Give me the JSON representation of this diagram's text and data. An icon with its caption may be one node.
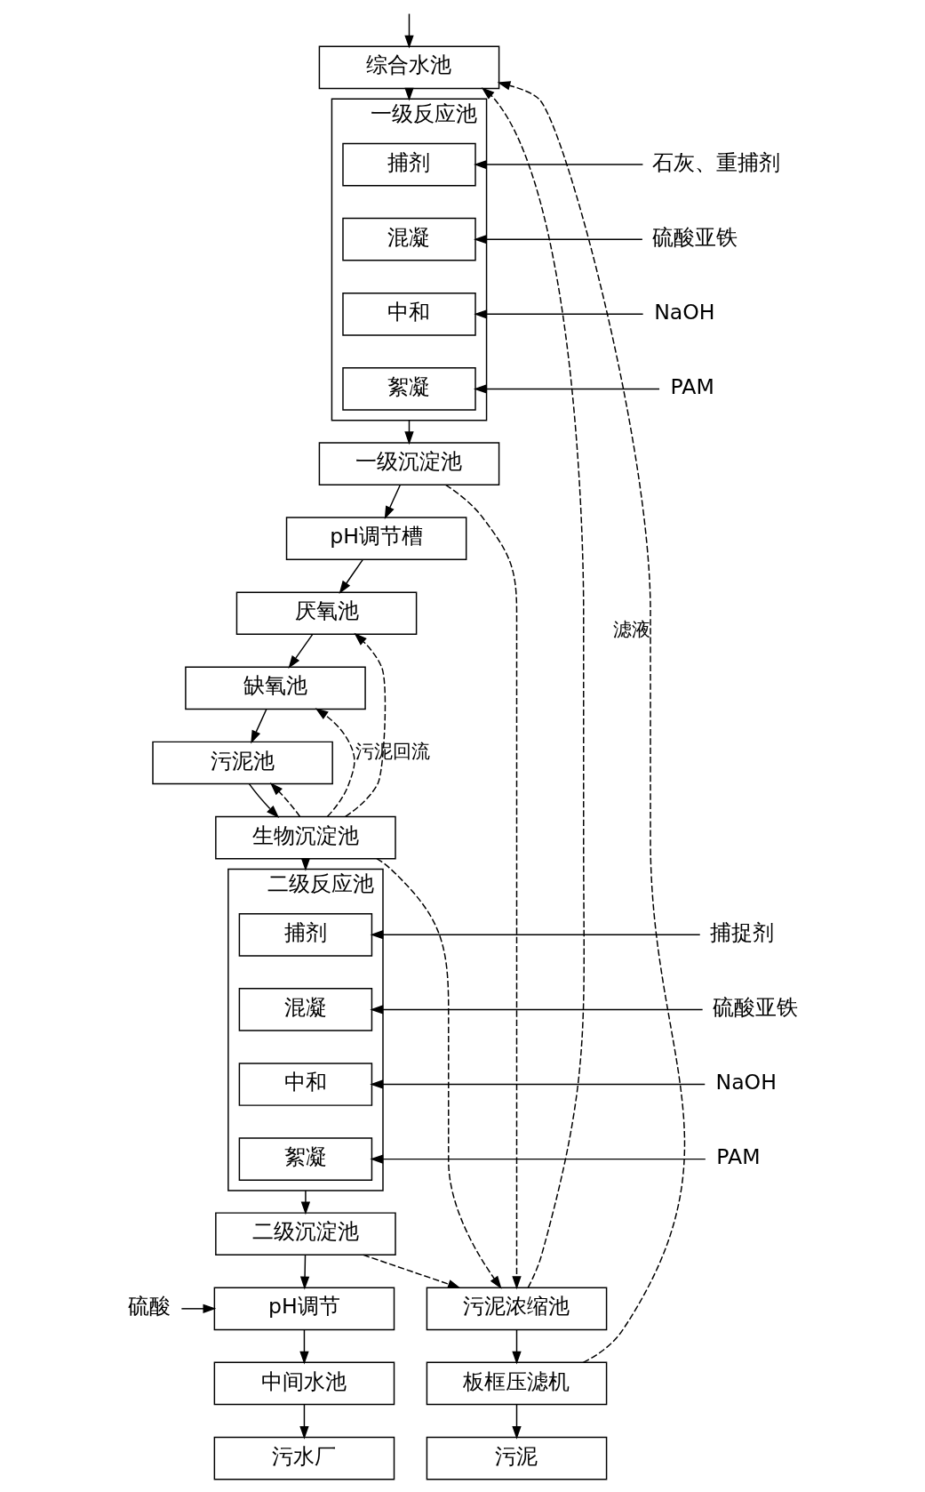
{
  "diagram": {
    "nodes": [
      {
        "text": [
          "综合水池"
        ]
      },
      {
        "text": [
          "一级反应池"
        ]
      },
      {
        "text": [
          "捕剂"
        ],
        "in": 1
      },
      {
        "text": [
          "混凝"
        ],
        "in": 1
      },
      {
        "text": [
          "中和"
        ],
        "in": 1
      },
      {
        "text": [
          "絮凝"
        ],
        "in": 1
      },
      {
        "text": [
          "石灰、重捕剂"
        ]
      },
      {
        "text": [
          "硫酸亚铁"
        ]
      },
      {
        "text": [
          "NaOH"
        ]
      },
      {
        "text": [
          "PAM"
        ]
      },
      {
        "text": [
          "一级沉淀池"
        ]
      },
      {
        "text": [
          "pH调节槽"
        ]
      },
      {
        "text": [
          "厌氧池"
        ]
      },
      {
        "text": [
          "缺氧池"
        ]
      },
      {
        "text": [
          "污泥池"
        ]
      },
      {
        "text": [
          "生物沉淀池"
        ]
      },
      {
        "text": [
          "二级反应池"
        ]
      },
      {
        "text": [
          "捕剂"
        ],
        "in": 16
      },
      {
        "text": [
          "混凝"
        ],
        "in": 16
      },
      {
        "text": [
          "中和"
        ],
        "in": 16
      },
      {
        "text": [
          "絮凝"
        ],
        "in": 16
      },
      {
        "text": [
          "捕捉剂"
        ]
      },
      {
        "text": [
          "硫酸亚铁"
        ]
      },
      {
        "text": [
          "NaOH"
        ]
      },
      {
        "text": [
          "PAM"
        ]
      },
      {
        "text": [
          "二级沉淀池"
        ]
      },
      {
        "text": [
          "硫酸"
        ]
      },
      {
        "text": [
          "pH调节"
        ]
      },
      {
        "text": [
          "中间水池"
        ]
      },
      {
        "text": [
          "污水厂"
        ]
      },
      {
        "text": [
          "污泥浓缩池"
        ]
      },
      {
        "text": [
          "板框压滤机"
        ]
      },
      {
        "text": [
          "污泥"
        ]
      }
    ],
    "edges": [
      {
        "from": null,
        "to": 0,
        "arrow": "to"
      },
      {
        "from": 0,
        "to": 1,
        "arrow": "to"
      },
      {
        "from": 6,
        "to": 2,
        "arrow": "to"
      },
      {
        "from": 7,
        "to": 3,
        "arrow": "to"
      },
      {
        "from": 8,
        "to": 4,
        "arrow": "to"
      },
      {
        "from": 9,
        "to": 5,
        "arrow": "to"
      },
      {
        "from": 1,
        "to": 10,
        "arrow": "to"
      },
      {
        "from": 10,
        "to": 11,
        "arrow": "to"
      },
      {
        "from": 11,
        "to": 12,
        "arrow": "to"
      },
      {
        "from": 12,
        "to": 13,
        "arrow": "to"
      },
      {
        "from": 13,
        "to": 14,
        "arrow": "to"
      },
      {
        "from": 14,
        "to": 15,
        "arrow": "to"
      },
      {
        "from": 15,
        "to": 12,
        "arrow": "to",
        "style": "dashed"
      },
      {
        "from": 15,
        "to": 13,
        "arrow": "to",
        "style": "dashed",
        "label": "污泥回流"
      },
      {
        "from": 15,
        "to": 14,
        "arrow": "to",
        "style": "dashed"
      },
      {
        "from": 15,
        "to": 16,
        "arrow": "to"
      },
      {
        "from": 21,
        "to": 17,
        "arrow": "to"
      },
      {
        "from": 22,
        "to": 18,
        "arrow": "to"
      },
      {
        "from": 23,
        "to": 19,
        "arrow": "to"
      },
      {
        "from": 24,
        "to": 20,
        "arrow": "to"
      },
      {
        "from": 16,
        "to": 25,
        "arrow": "to"
      },
      {
        "from": 25,
        "to": 27,
        "arrow": "to"
      },
      {
        "from": 26,
        "to": 27,
        "arrow": "to"
      },
      {
        "from": 27,
        "to": 28,
        "arrow": "to"
      },
      {
        "from": 28,
        "to": 29,
        "arrow": "to"
      },
      {
        "from": 10,
        "to": 30,
        "arrow": "to",
        "style": "dashed"
      },
      {
        "from": 15,
        "to": 30,
        "arrow": "to",
        "style": "dashed"
      },
      {
        "from": 25,
        "to": 30,
        "arrow": "to",
        "style": "dashed"
      },
      {
        "from": 30,
        "to": 31,
        "arrow": "to"
      },
      {
        "from": 31,
        "to": 32,
        "arrow": "to"
      },
      {
        "from": 30,
        "to": 0,
        "arrow": "to",
        "style": "dashed"
      },
      {
        "from": 31,
        "to": 0,
        "arrow": "to",
        "style": "dashed",
        "label": "滤液"
      }
    ]
  }
}
